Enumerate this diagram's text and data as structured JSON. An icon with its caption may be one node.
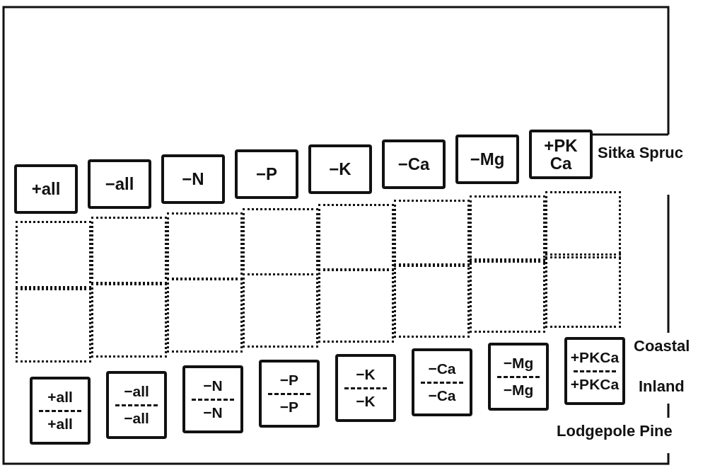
{
  "diagram": {
    "nodes": [
      {
        "text": [
          "+all"
        ]
      },
      {
        "text": [
          "−all"
        ]
      },
      {
        "text": [
          "−N"
        ]
      },
      {
        "text": [
          "−P"
        ]
      },
      {
        "text": [
          "−K"
        ]
      },
      {
        "text": [
          "−Ca"
        ]
      },
      {
        "text": [
          "−Mg"
        ]
      },
      {
        "text": [
          "+PK Ca"
        ]
      },
      {
        "text": [],
        "shape": "box"
      },
      {
        "text": [],
        "shape": "box"
      },
      {
        "text": [],
        "shape": "box"
      },
      {
        "text": [],
        "shape": "box"
      },
      {
        "text": [],
        "shape": "box"
      },
      {
        "text": [],
        "shape": "box"
      },
      {
        "text": [],
        "shape": "box"
      },
      {
        "text": [],
        "shape": "box"
      },
      {
        "text": [],
        "shape": "box"
      },
      {
        "text": [],
        "shape": "box"
      },
      {
        "text": [],
        "shape": "box"
      },
      {
        "text": [],
        "shape": "box"
      },
      {
        "text": [],
        "shape": "box"
      },
      {
        "text": [],
        "shape": "box"
      },
      {
        "text": [],
        "shape": "box"
      },
      {
        "text": [],
        "shape": "box"
      },
      {
        "text": [
          "+all",
          "+all"
        ]
      },
      {
        "text": [
          "−all",
          "−all"
        ]
      },
      {
        "text": [
          "−N",
          "−N"
        ]
      },
      {
        "text": [
          "−P",
          "−P"
        ]
      },
      {
        "text": [
          "−K",
          "−K"
        ]
      },
      {
        "text": [
          "−Ca",
          "−Ca"
        ]
      },
      {
        "text": [
          "−Mg",
          "−Mg"
        ]
      },
      {
        "text": [
          "+PKCa",
          "+PKCa"
        ]
      }
    ],
    "edges": [],
    "labels": [
      "Sitka Spruc",
      "Coastal",
      "Inland",
      "Lodgepole Pine"
    ]
  }
}
